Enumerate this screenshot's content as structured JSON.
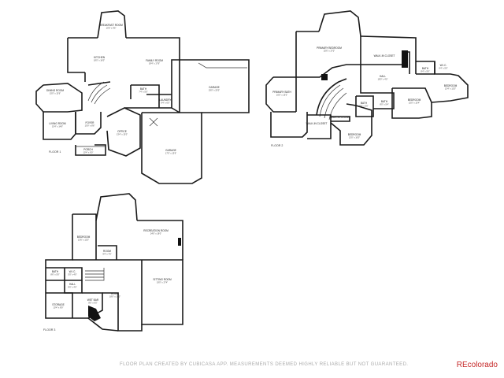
{
  "floors": [
    {
      "label": "FLOOR 1",
      "rooms": [
        {
          "id": "breakfast",
          "name": "BREAKFAST ROOM",
          "dims": "13'6\" x 9'6\""
        },
        {
          "id": "kitchen",
          "name": "KITCHEN",
          "dims": "18'0\" x 16'0\""
        },
        {
          "id": "family",
          "name": "FAMILY ROOM",
          "dims": "18'4\" x 17'6\""
        },
        {
          "id": "dining",
          "name": "DINING ROOM",
          "dims": "15'0\" x 13'6\""
        },
        {
          "id": "living",
          "name": "LIVING ROOM",
          "dims": "15'4\" x 14'6\""
        },
        {
          "id": "office",
          "name": "OFFICE",
          "dims": "13'4\" x 13'0\""
        },
        {
          "id": "porch",
          "name": "PORCH",
          "dims": "10'4\" x 6'0\""
        },
        {
          "id": "foyer",
          "name": "FOYER",
          "dims": "10'0\" x 8'6\""
        },
        {
          "id": "bath1",
          "name": "BATH",
          "dims": "7'4\" x 5'0\""
        },
        {
          "id": "laundry",
          "name": "LAUNDRY",
          "dims": "9'4\" x 6'0\""
        },
        {
          "id": "garage",
          "name": "GARAGE",
          "dims": "29'0\" x 23'0\""
        },
        {
          "id": "garage2",
          "name": "GARAGE",
          "dims": "17'0\" x 13'6\""
        }
      ]
    },
    {
      "label": "FLOOR 2",
      "rooms": [
        {
          "id": "primary",
          "name": "PRIMARY BEDROOM",
          "dims": "20'6\" x 17'0\""
        },
        {
          "id": "sitting",
          "name": "PRIMARY BATH",
          "dims": "16'0\" x 13'0\""
        },
        {
          "id": "wic1",
          "name": "WALK-IN CLOSET",
          "dims": ""
        },
        {
          "id": "wic2",
          "name": "WALK-IN CLOSET",
          "dims": ""
        },
        {
          "id": "wic3",
          "name": "WALK-IN CLOSET",
          "dims": ""
        },
        {
          "id": "wic4",
          "name": "W.I.C.",
          "dims": "6'4\" x 5'0\""
        },
        {
          "id": "bath2a",
          "name": "BATH",
          "dims": "8'4\" x 5'6\""
        },
        {
          "id": "bath2b",
          "name": "BATH",
          "dims": "9'6\" x 5'0\""
        },
        {
          "id": "bath2c",
          "name": "BATH",
          "dims": "8'0\" x 5'4\""
        },
        {
          "id": "bed2",
          "name": "BEDROOM",
          "dims": "13'4\" x 12'0\""
        },
        {
          "id": "bed3",
          "name": "BEDROOM",
          "dims": "15'0\" x 13'4\""
        },
        {
          "id": "bed4",
          "name": "BEDROOM",
          "dims": "13'0\" x 10'0\""
        },
        {
          "id": "hall2",
          "name": "HALL",
          "dims": "18'0\" x 4'0\""
        }
      ]
    },
    {
      "label": "FLOOR 3",
      "rooms": [
        {
          "id": "recroom",
          "name": "RECREATION ROOM",
          "dims": "24'0\" x 19'0\""
        },
        {
          "id": "bedb",
          "name": "BEDROOM",
          "dims": "13'6\" x 12'0\""
        },
        {
          "id": "room",
          "name": "ROOM",
          "dims": "9'4\" x 7'6\""
        },
        {
          "id": "sitting3",
          "name": "SITTING ROOM",
          "dims": "19'0\" x 17'4\""
        },
        {
          "id": "bath3",
          "name": "BATH",
          "dims": "8'6\" x 5'0\""
        },
        {
          "id": "wic5",
          "name": "W.I.C.",
          "dims": "5'0\" x 4'0\""
        },
        {
          "id": "hall3",
          "name": "HALL",
          "dims": "8'0\" x 4'0\""
        },
        {
          "id": "wetbar",
          "name": "WET BAR",
          "dims": "8'0\" x 6'0\""
        },
        {
          "id": "storage",
          "name": "STORAGE",
          "dims": "10'4\" x 8'0\""
        },
        {
          "id": "room3",
          "name": "ROOM",
          "dims": "18'0\" x 14'0\""
        }
      ]
    }
  ],
  "footer": {
    "disclaimer": "FLOOR PLAN CREATED BY CUBICASA APP. MEASUREMENTS DEEMED HIGHLY RELIABLE BUT NOT GUARANTEED.",
    "brand": "REcolorado"
  },
  "colors": {
    "wall": "#1a1a1a",
    "brand": "#c62828",
    "disclaimer": "#aaaaaa"
  }
}
